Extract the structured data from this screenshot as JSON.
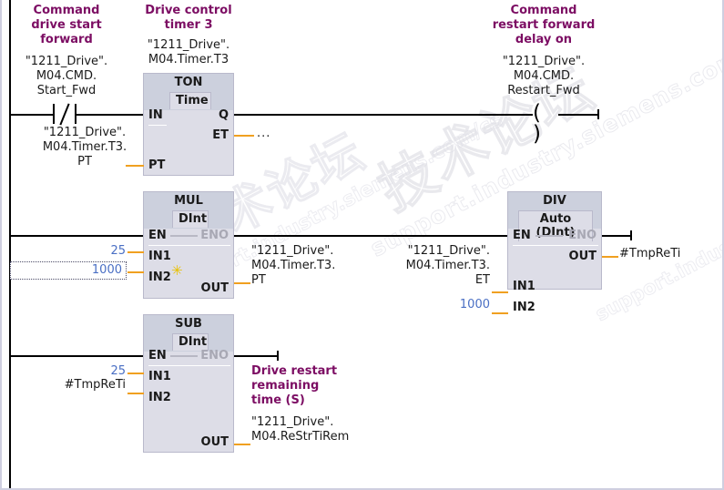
{
  "editor": {
    "language": "LAD",
    "colors": {
      "comment": "#7c0d63",
      "operand": "#1a1a1a",
      "constant": "#4a6fc4",
      "block_header": "#ccd0dd",
      "block_body": "#dddde7",
      "wire_power": "#000000",
      "wire_data": "#f0a020",
      "wire_disabled": "#b8b8c4"
    }
  },
  "watermark": {
    "chinese": "技术论坛",
    "url": "support.industry.siemens.com/cs"
  },
  "networks": [
    {
      "id": "network-1",
      "contact": {
        "comment": "Command\ndrive start\nforward",
        "operand": "\"1211_Drive\".\nM04.CMD.\nStart_Fwd",
        "type": "normally-closed"
      },
      "pt_operand": "\"1211_Drive\".\nM04.Timer.T3.\nPT",
      "block": {
        "comment": "Drive control\ntimer 3",
        "instance": "\"1211_Drive\".\nM04.Timer.T3",
        "title": "TON",
        "type": "Time",
        "pins_left": [
          "IN",
          "PT"
        ],
        "pins_right": [
          "Q",
          "ET"
        ]
      },
      "et_value": "...",
      "coil": {
        "comment": "Command\nrestart forward\ndelay on",
        "operand": "\"1211_Drive\".\nM04.CMD.\nRestart_Fwd",
        "glyph": "( )"
      }
    },
    {
      "id": "network-2",
      "mul": {
        "title": "MUL",
        "type": "DInt",
        "pins_left": [
          "EN",
          "IN1",
          "IN2"
        ],
        "pins_right": [
          "ENO",
          "OUT"
        ],
        "in1": "25",
        "in2": "1000",
        "in2_selected": true,
        "in2_badge": "✳",
        "out_operand": "\"1211_Drive\".\nM04.Timer.T3.\nPT"
      },
      "div": {
        "title": "DIV",
        "type": "Auto (DInt)",
        "pins_left": [
          "EN",
          "IN1",
          "IN2"
        ],
        "pins_right": [
          "ENO",
          "OUT"
        ],
        "in1_operand": "\"1211_Drive\".\nM04.Timer.T3.\nET",
        "in2": "1000",
        "out_operand": "#TmpReTi"
      }
    },
    {
      "id": "network-3",
      "sub": {
        "title": "SUB",
        "type": "DInt",
        "pins_left": [
          "EN",
          "IN1",
          "IN2"
        ],
        "pins_right": [
          "ENO",
          "OUT"
        ],
        "in1": "25",
        "in2": "#TmpReTi",
        "out_comment": "Drive restart\nremaining\ntime (S)",
        "out_operand": "\"1211_Drive\".\nM04.ReStrTiRem"
      }
    }
  ]
}
